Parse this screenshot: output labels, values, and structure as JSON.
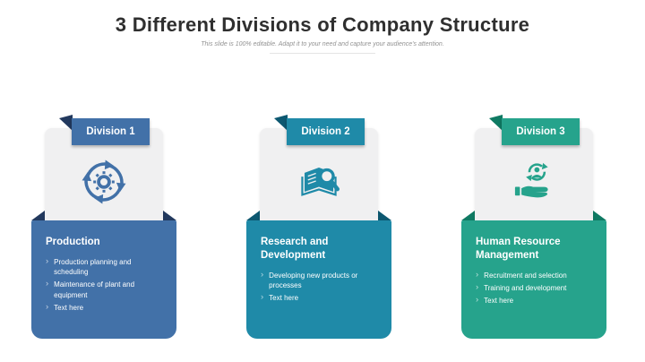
{
  "header": {
    "title": "3 Different Divisions of Company Structure",
    "subtitle": "This slide is 100% editable. Adapt it to your need and capture your audience's attention."
  },
  "theme": {
    "card_bg": "#f0f0f1",
    "title_color": "#2f2f2f",
    "subtitle_color": "#929292"
  },
  "bullet_glyph": "›",
  "cards": [
    {
      "tab": "Division 1",
      "icon": "process-cycle-icon",
      "heading": "Production",
      "bullets": [
        "Production planning and scheduling",
        "Maintenance of plant and equipment",
        "Text here"
      ],
      "colors": {
        "main": "#4271a8",
        "fold": "#22395e"
      }
    },
    {
      "tab": "Division 2",
      "icon": "book-search-icon",
      "heading": "Research and Development",
      "bullets": [
        "Developing new products or processes",
        "Text here"
      ],
      "colors": {
        "main": "#1f8aa8",
        "fold": "#0d5871"
      }
    },
    {
      "tab": "Division 3",
      "icon": "hand-person-icon",
      "heading": "Human Resource Management",
      "bullets": [
        "Recruitment and selection",
        "Training and development",
        "Text here"
      ],
      "colors": {
        "main": "#26a38c",
        "fold": "#0f7a63"
      }
    }
  ]
}
